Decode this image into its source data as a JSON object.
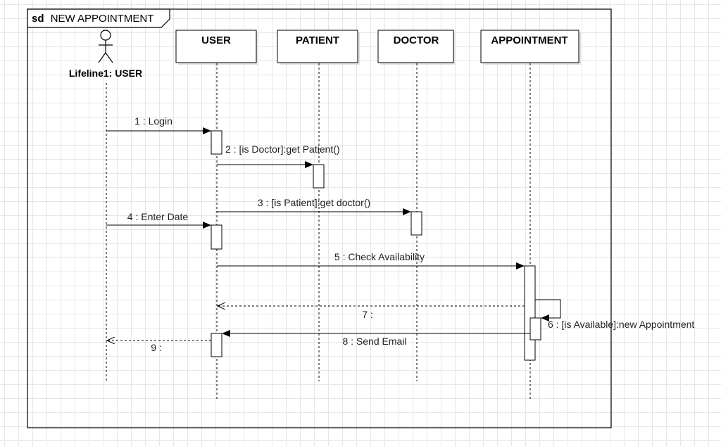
{
  "frame": {
    "keyword": "sd",
    "name": "NEW APPOINTMENT"
  },
  "actor": {
    "label": "Lifeline1: USER",
    "icon": "stick-figure-icon"
  },
  "lifelines": [
    {
      "id": "user",
      "label": "USER"
    },
    {
      "id": "patient",
      "label": "PATIENT"
    },
    {
      "id": "doctor",
      "label": "DOCTOR"
    },
    {
      "id": "appointment",
      "label": "APPOINTMENT"
    }
  ],
  "messages": [
    {
      "from": "actor",
      "to": "user",
      "label": "1 : Login",
      "kind": "sync"
    },
    {
      "from": "user",
      "to": "patient",
      "label": "2 : [is Doctor]:get Patient()",
      "kind": "sync"
    },
    {
      "from": "user",
      "to": "doctor",
      "label": "3 : [is Patient]:get doctor()",
      "kind": "sync"
    },
    {
      "from": "actor",
      "to": "user",
      "label": "4 : Enter Date",
      "kind": "sync"
    },
    {
      "from": "user",
      "to": "appointment",
      "label": "5 : Check Availability",
      "kind": "sync"
    },
    {
      "from": "appointment",
      "to": "appointment",
      "label": "6 : [is Available]:new Appointment",
      "kind": "self"
    },
    {
      "from": "appointment",
      "to": "user",
      "label": "7 :",
      "kind": "return"
    },
    {
      "from": "appointment",
      "to": "user",
      "label": "8 : Send Email",
      "kind": "sync"
    },
    {
      "from": "user",
      "to": "actor",
      "label": "9 :",
      "kind": "return"
    }
  ],
  "colors": {
    "line": "#000000",
    "grid": "#e6e6e6",
    "background": "#ffffff"
  }
}
